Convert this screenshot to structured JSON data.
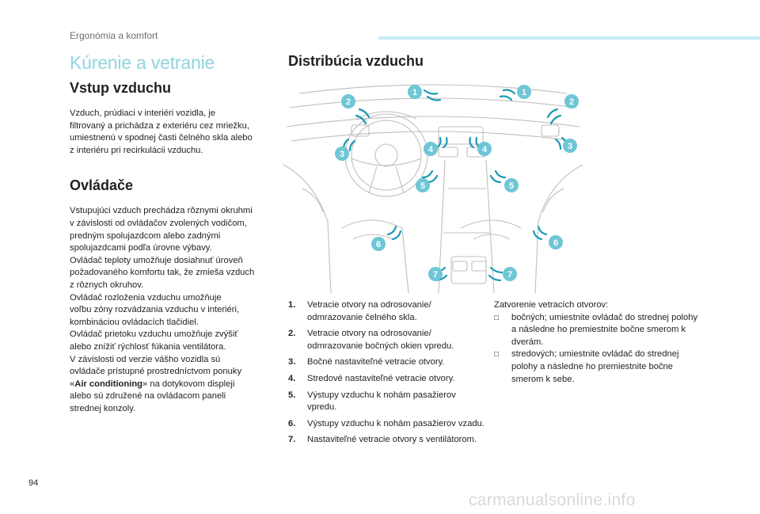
{
  "header": {
    "section_label": "Ergonómia a komfort",
    "accent_color": "#8fd4df",
    "bar_color": "#c6eef3"
  },
  "left": {
    "title": "Kúrenie a vetranie",
    "intake_heading": "Vstup vzduchu",
    "intake_lines": [
      "Vzduch, prúdiaci v interiéri vozidla, je",
      "filtrovaný a prichádza z exteriéru cez mriežku,",
      "umiestnenú v spodnej časti čelného skla alebo",
      "z interiéru pri recirkulácii vzduchu."
    ],
    "controls_heading": "Ovládače",
    "controls_lines_a": [
      "Vstupujúci vzduch prechádza rôznymi okruhmi",
      "v závislosti od ovládačov zvolených vodičom,",
      "predným spolujazdcom alebo zadnými",
      "spolujazdcami podľa úrovne výbavy.",
      "Ovládač teploty umožňuje dosiahnuť úroveň",
      "požadovaného komfortu tak, že zmieša vzduch",
      "z rôznych okruhov.",
      "Ovládač rozloženia vzduchu umožňuje",
      "voľbu zóny rozvádzania vzduchu v interiéri,",
      "kombináciou ovládacích tlačidiel.",
      "Ovládač prietoku vzduchu umožňuje zvýšiť",
      "alebo znížiť rýchlosť fúkania ventilátora.",
      "V závislosti od verzie vášho vozidla sú",
      "ovládače prístupné prostredníctvom ponuky"
    ],
    "menu_open_quote": "«",
    "menu_name": "Air conditioning",
    "menu_close_quote": "»",
    "menu_after": " na dotykovom displeji",
    "controls_lines_b": [
      "alebo sú združené na ovládacom paneli",
      "strednej konzoly."
    ]
  },
  "right": {
    "heading": "Distribúcia vzduchu",
    "legend": [
      {
        "num": "1.",
        "text": "Vetracie otvory na odrosovanie/ odmrazovanie čelného skla."
      },
      {
        "num": "2.",
        "text": "Vetracie otvory na odrosovanie/ odmrazovanie bočných okien vpredu."
      },
      {
        "num": "3.",
        "text": "Bočné nastaviteľné vetracie otvory."
      },
      {
        "num": "4.",
        "text": "Stredové nastaviteľné vetracie otvory."
      },
      {
        "num": "5.",
        "text": "Výstupy vzduchu k nohám pasažierov vpredu."
      },
      {
        "num": "6.",
        "text": "Výstupy vzduchu k nohám pasažierov vzadu."
      },
      {
        "num": "7.",
        "text": "Nastaviteľné vetracie otvory s ventilátorom."
      }
    ],
    "closing_title": "Zatvorenie vetracích otvorov:",
    "closing_items": [
      {
        "bullet": "□",
        "text": "bočných; umiestnite ovládač do strednej polohy a následne ho premiestnite bočne smerom k dverám."
      },
      {
        "bullet": "□",
        "text": "stredových; umiestnite ovládač do strednej polohy a následne ho premiestnite bočne smerom k sebe."
      }
    ]
  },
  "diagram": {
    "callouts": [
      "1",
      "1",
      "2",
      "2",
      "3",
      "3",
      "4",
      "4",
      "5",
      "5",
      "6",
      "6",
      "7",
      "7"
    ],
    "badge_color": "#6ec6d6",
    "arrow_color": "#1a9bb4"
  },
  "footer": {
    "page_number": "94",
    "watermark": "carmanualsonline.info"
  }
}
